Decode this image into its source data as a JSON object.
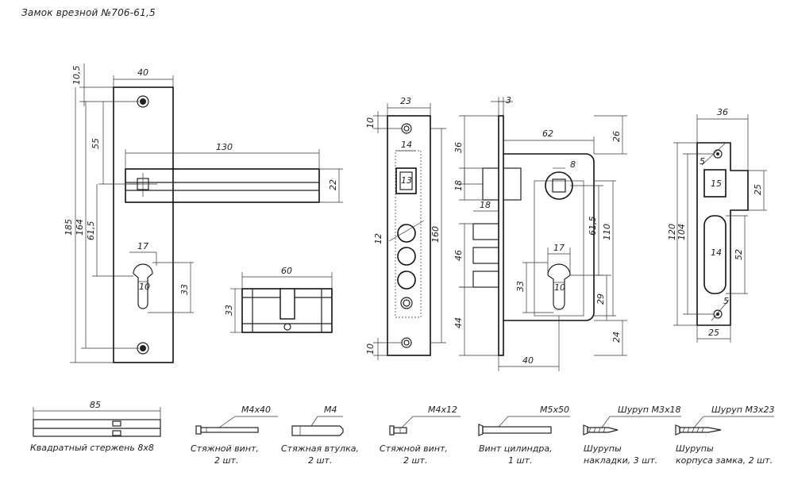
{
  "title": "Замок врезной №706-61,5",
  "handle_plate": {
    "dims": [
      "10,5",
      "40",
      "55",
      "130",
      "22",
      "185",
      "164",
      "61,5",
      "17",
      "10",
      "33"
    ]
  },
  "cylinder": {
    "dims": [
      "60",
      "33"
    ]
  },
  "faceplate": {
    "dims": [
      "23",
      "10",
      "14",
      "13",
      "12",
      "160",
      "10"
    ]
  },
  "lock_body": {
    "dims": [
      "3",
      "36",
      "62",
      "26",
      "8",
      "18",
      "18",
      "61,5",
      "110",
      "46",
      "17",
      "33",
      "10",
      "29",
      "44",
      "24",
      "40"
    ]
  },
  "strike": {
    "dims": [
      "36",
      "5",
      "15",
      "25",
      "120",
      "104",
      "14",
      "52",
      "5",
      "25"
    ]
  },
  "parts": [
    {
      "dim": "85",
      "caption": "Квадратный стержень 8х8"
    },
    {
      "dim": "M4x40",
      "caption_1": "Стяжной винт,",
      "caption_2": "2 шт."
    },
    {
      "dim": "M4",
      "caption_1": "Стяжная втулка,",
      "caption_2": "2 шт."
    },
    {
      "dim": "M4x12",
      "caption_1": "Стяжной винт,",
      "caption_2": "2 шт."
    },
    {
      "dim": "M5x50",
      "caption_1": "Винт цилиндра,",
      "caption_2": "1 шт."
    },
    {
      "dim": "Шуруп М3х18",
      "caption_1": "Шурупы",
      "caption_2": "накладки, 3 шт."
    },
    {
      "dim": "Шуруп М3х23",
      "caption_1": "Шурупы",
      "caption_2": "корпуса замка, 2 шт."
    }
  ]
}
